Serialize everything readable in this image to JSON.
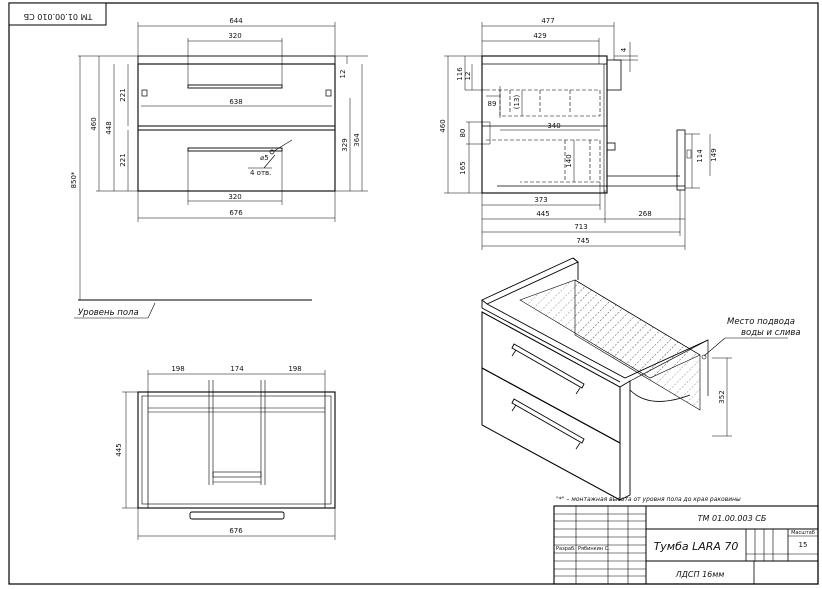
{
  "stamp_code": "ТМ 01.00.010 СБ",
  "front_view": {
    "width_top": "644",
    "handle_width": "320",
    "inner_width": "638",
    "handle_width_lower": "320",
    "total_width": "676",
    "height_total": "460",
    "height_inner": "448",
    "drawer_height_top": "221",
    "drawer_height_bottom": "221",
    "top_gap": "12",
    "right_height_a": "329",
    "right_height_b": "364",
    "hole_label": "4 отв.",
    "hole_dia": "⌀5",
    "mount_height": "850*"
  },
  "floor_label": "Уровень пола",
  "side_view": {
    "depth_top": "477",
    "depth_inner": "429",
    "thickness": "4",
    "height_total": "460",
    "height_116": "116",
    "height_12": "12",
    "dim_89": "89",
    "dim_13": "(13)",
    "dim_340": "340",
    "dim_80": "80",
    "dim_165": "165",
    "dim_140": "140",
    "dim_373": "373",
    "dim_445": "445",
    "dim_268": "268",
    "dim_713": "713",
    "dim_745": "745",
    "dim_149": "149",
    "dim_114": "114"
  },
  "top_view": {
    "dim_198_left": "198",
    "dim_174": "174",
    "dim_198_right": "198",
    "dim_445": "445",
    "dim_676": "676"
  },
  "iso_view": {
    "callout_line1": "Место подвода",
    "callout_line2": "воды и слива",
    "dim_352": "352"
  },
  "footnote": "\"*\" – монтажная высота от уровня пола до края раковины",
  "title_block": {
    "doc_code": "ТМ 01.00.003 СБ",
    "product_name": "Тумба LARA 70",
    "material": "ЛДСП 16мм",
    "scale_header": "Масштаб",
    "scale_value": "15",
    "row_role": "Разраб.",
    "row_person": "Рябинкин С."
  }
}
